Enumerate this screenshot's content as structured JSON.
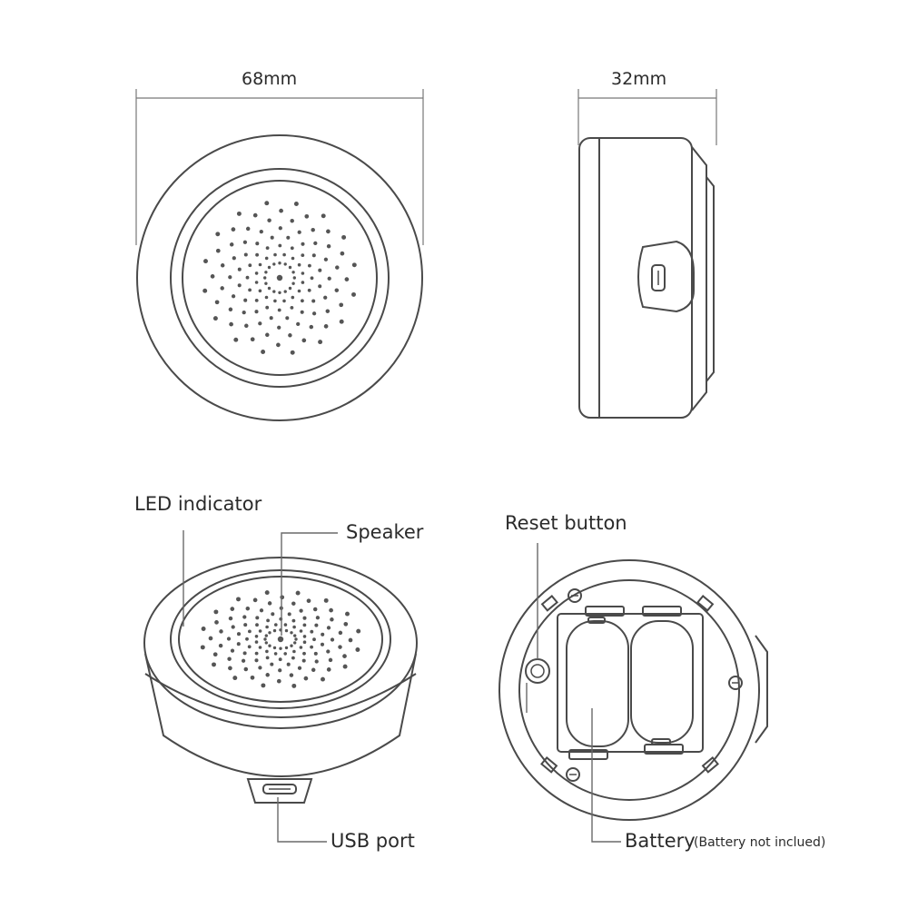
{
  "dimensions": {
    "width": "68mm",
    "depth": "32mm"
  },
  "labels": {
    "led": "LED indicator",
    "speaker": "Speaker",
    "usb": "USB port",
    "reset": "Reset button",
    "battery": "Battery",
    "battery_note": "(Battery not inclued)"
  },
  "colors": {
    "line": "#4a4a4a",
    "leader": "#6a6a6a",
    "dot": "#555555",
    "text": "#2b2b2b"
  }
}
